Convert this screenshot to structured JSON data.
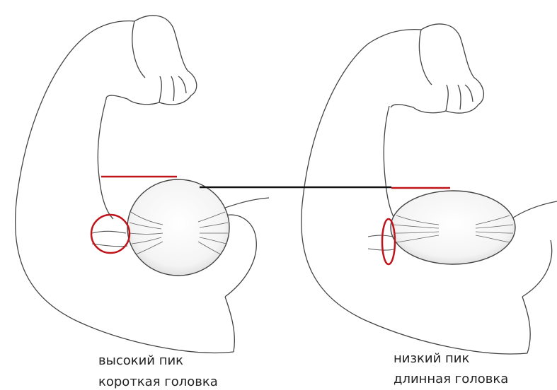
{
  "colors": {
    "outline": "#444444",
    "marker_red": "#c0141b",
    "connector_black": "#111111",
    "background": "#ffffff"
  },
  "figures": [
    {
      "name": "left-arm",
      "caption_line1": "высокий пик",
      "caption_line2": "короткая головка"
    },
    {
      "name": "right-arm",
      "caption_line1": "низкий пик",
      "caption_line2": "длинная головка"
    }
  ]
}
